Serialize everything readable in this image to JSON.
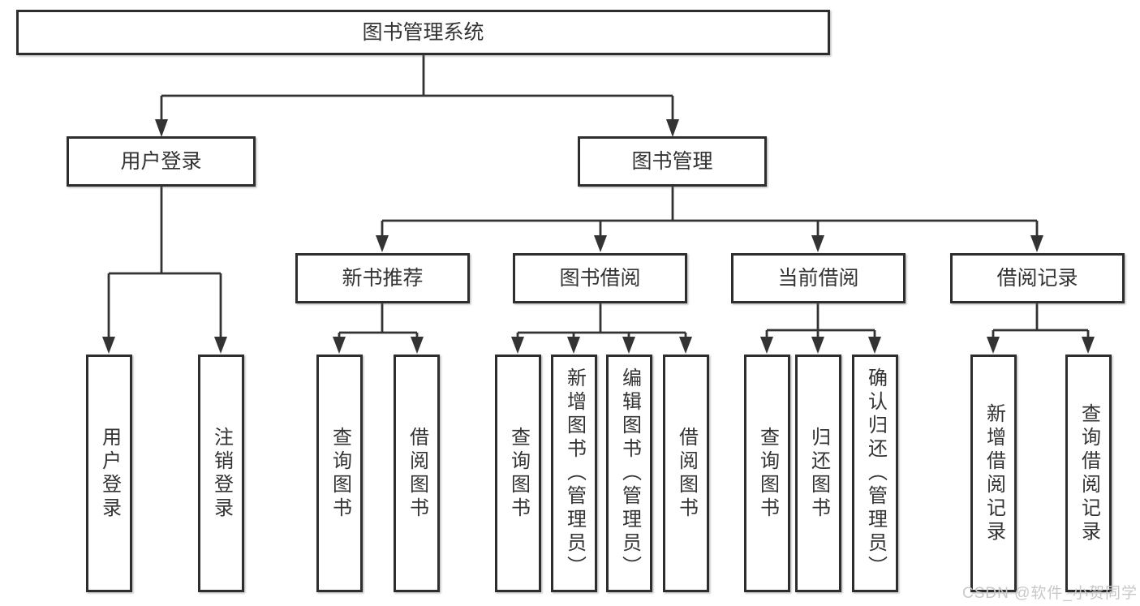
{
  "diagram": {
    "root": {
      "label": "图书管理系统"
    },
    "level2": [
      {
        "label": "用户登录"
      },
      {
        "label": "图书管理"
      }
    ],
    "level3": [
      {
        "label": "新书推荐"
      },
      {
        "label": "图书借阅"
      },
      {
        "label": "当前借阅"
      },
      {
        "label": "借阅记录"
      }
    ],
    "leaves": [
      {
        "label": "用户登录"
      },
      {
        "label": "注销登录"
      },
      {
        "label": "查询图书"
      },
      {
        "label": "借阅图书"
      },
      {
        "label": "查询图书"
      },
      {
        "label": "新增图书（管理员）"
      },
      {
        "label": "编辑图书（管理员）"
      },
      {
        "label": "借阅图书"
      },
      {
        "label": "查询图书"
      },
      {
        "label": "归还图书"
      },
      {
        "label": "确认归还（管理员）"
      },
      {
        "label": "新增借阅记录"
      },
      {
        "label": "查询借阅记录"
      }
    ]
  },
  "watermark": {
    "text": "CSDN @软件_小贺同学"
  },
  "colors": {
    "line": "#333333",
    "box_border": "#2e2e2e",
    "text": "#333333",
    "watermark": "#c8c8c8",
    "background": "#ffffff"
  }
}
